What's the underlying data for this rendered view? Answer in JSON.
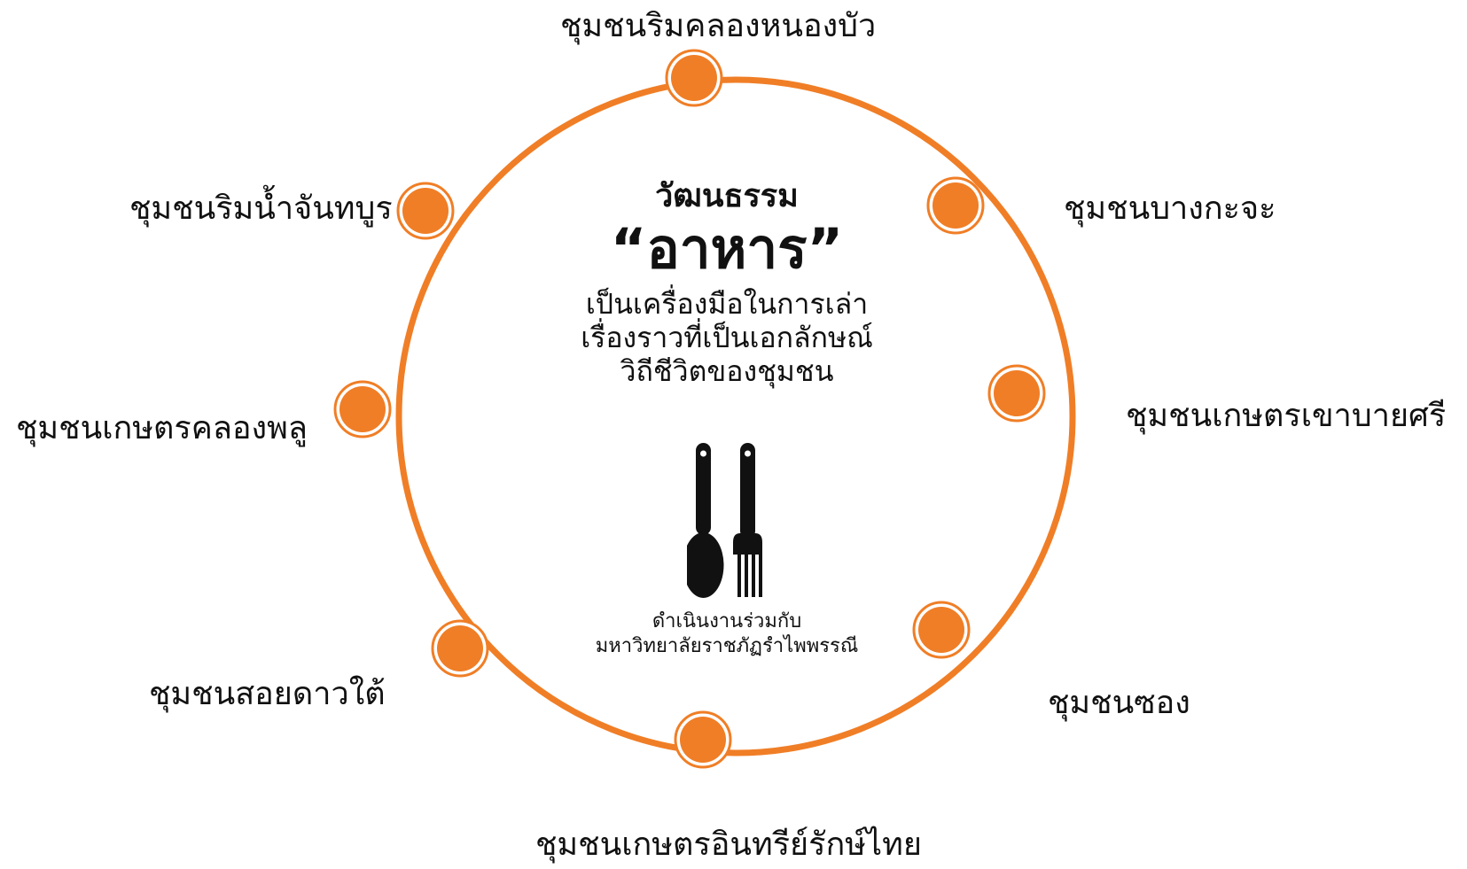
{
  "diagram": {
    "accent_color": "#F07E26",
    "center": {
      "heading": "วัฒนธรรม",
      "title": "“อาหาร”",
      "description": [
        "เป็นเครื่องมือในการเล่า",
        "เรื่องราวที่เป็นเอกลักษณ์",
        "วิถีชีวิตของชุมชน"
      ],
      "icon": "spoon-and-fork-icon",
      "credit": [
        "ดำเนินงานร่วมกับ",
        "มหาวิทยาลัยราชภัฏรำไพพรรณี"
      ]
    },
    "communities": [
      {
        "name": "ชุมชนริมคลองหนองบัว"
      },
      {
        "name": "ชุมชนบางกะจะ"
      },
      {
        "name": "ชุมชนเกษตรเขาบายศรี"
      },
      {
        "name": "ชุมชนซอง"
      },
      {
        "name": "ชุมชนเกษตรอินทรีย์รักษ์ไทย"
      },
      {
        "name": "ชุมชนสอยดาวใต้"
      },
      {
        "name": "ชุมชนเกษตรคลองพลู"
      },
      {
        "name": "ชุมชนริมน้ำจันทบูร"
      }
    ]
  }
}
